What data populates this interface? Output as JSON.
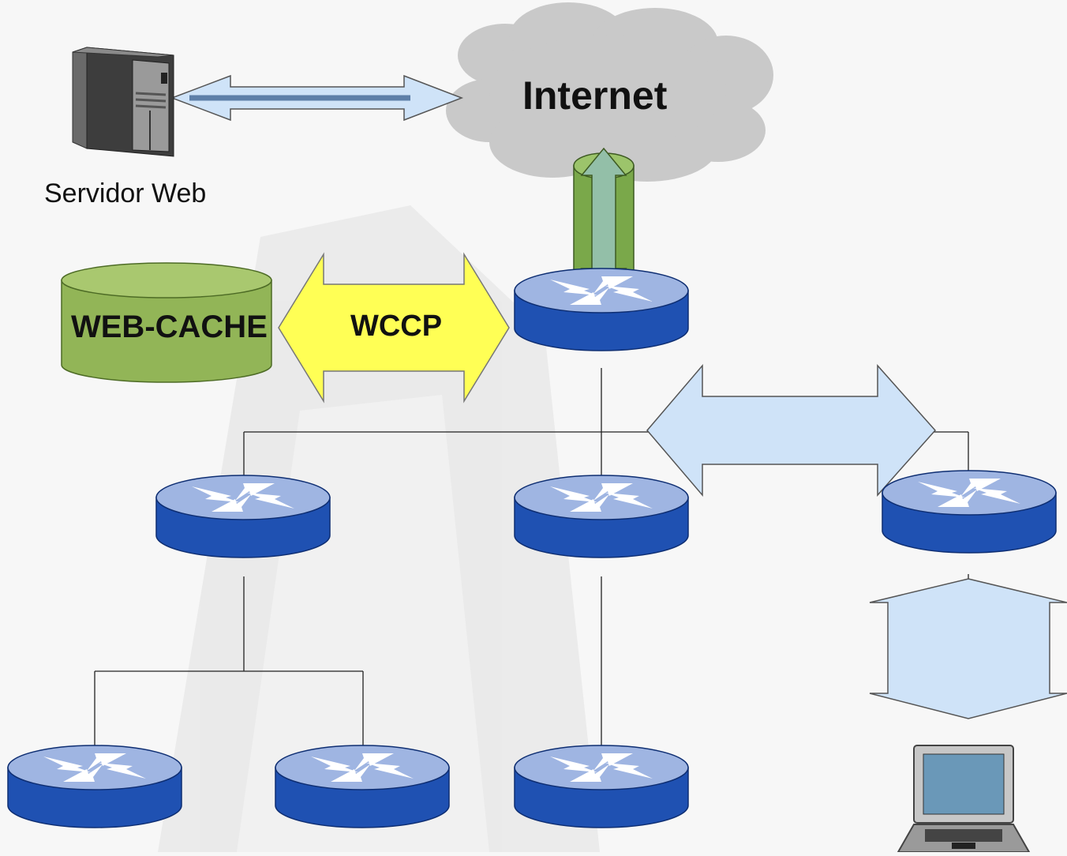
{
  "diagram": {
    "nodes": {
      "internet": {
        "label": "Internet",
        "icon": "cloud-icon"
      },
      "web_server": {
        "label": "Servidor Web",
        "icon": "server-icon"
      },
      "web_cache": {
        "label": "WEB-CACHE",
        "icon": "cylinder-icon"
      },
      "wccp": {
        "label": "WCCP",
        "icon": "double-arrow-icon"
      },
      "routers": {
        "count": 7,
        "icon": "router-icon"
      },
      "client": {
        "icon": "laptop-icon"
      }
    },
    "colors": {
      "router_top": "#9fb5e2",
      "router_side": "#1f51b2",
      "cache_fill": "#92b557",
      "wccp_fill": "#ffff55",
      "link_arrow_fill": "#cfe3f8",
      "uplink_arrow_fill": "#7aa84a",
      "cloud_fill": "#c9c9c9",
      "line": "#222222"
    }
  }
}
